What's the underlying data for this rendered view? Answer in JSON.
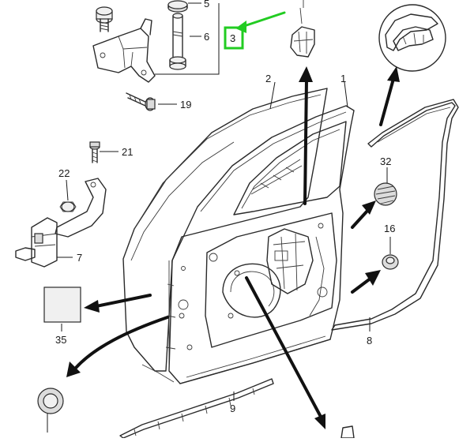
{
  "diagram": {
    "highlight_color": "#22cc22",
    "callouts": [
      {
        "id": "c5",
        "text": "5"
      },
      {
        "id": "c6",
        "text": "6"
      },
      {
        "id": "c3",
        "text": "3"
      },
      {
        "id": "c2",
        "text": "2"
      },
      {
        "id": "c1",
        "text": "1"
      },
      {
        "id": "c19",
        "text": "19"
      },
      {
        "id": "c21",
        "text": "21"
      },
      {
        "id": "c22",
        "text": "22"
      },
      {
        "id": "c7",
        "text": "7"
      },
      {
        "id": "c32",
        "text": "32"
      },
      {
        "id": "c16",
        "text": "16"
      },
      {
        "id": "c35",
        "text": "35"
      },
      {
        "id": "c8",
        "text": "8"
      },
      {
        "id": "c9",
        "text": "9"
      }
    ]
  }
}
